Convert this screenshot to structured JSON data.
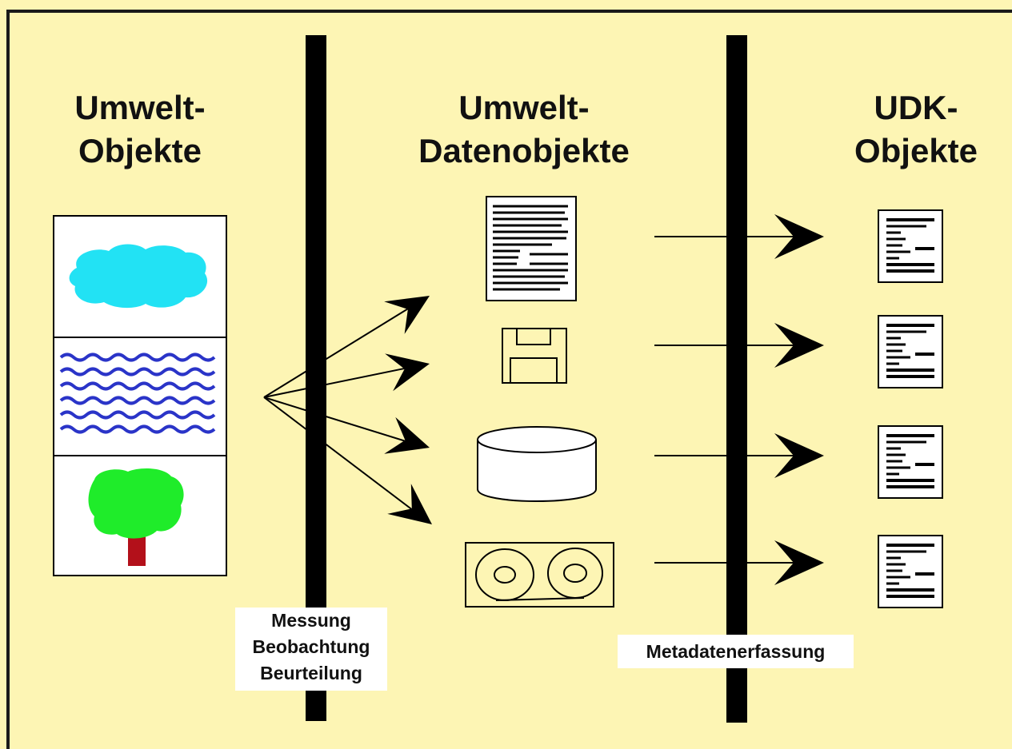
{
  "colors": {
    "background": "#fdf5b4",
    "frame": "#1a1a1a",
    "cloud": "#22e2f4",
    "water": "#2a34c8",
    "tree_crown": "#1fec2a",
    "tree_trunk": "#b3101a",
    "document": "#ffffff",
    "ink": "#000000"
  },
  "columns": {
    "left": {
      "line1": "Umwelt-",
      "line2": "Objekte"
    },
    "middle": {
      "line1": "Umwelt-",
      "line2": "Datenobjekte"
    },
    "right": {
      "line1": "UDK-",
      "line2": "Objekte"
    }
  },
  "divider_labels": {
    "first": {
      "line1": "Messung",
      "line2": "Beobachtung",
      "line3": "Beurteilung"
    },
    "second": {
      "line1": "Metadatenerfassung"
    }
  },
  "icons": {
    "environment_objects": [
      "cloud-icon",
      "water-waves-icon",
      "tree-icon"
    ],
    "data_objects": [
      "text-document-icon",
      "floppy-disk-icon",
      "database-cylinder-icon",
      "tape-reel-icon"
    ],
    "udk_objects": [
      "metadata-document-icon",
      "metadata-document-icon",
      "metadata-document-icon",
      "metadata-document-icon"
    ]
  }
}
